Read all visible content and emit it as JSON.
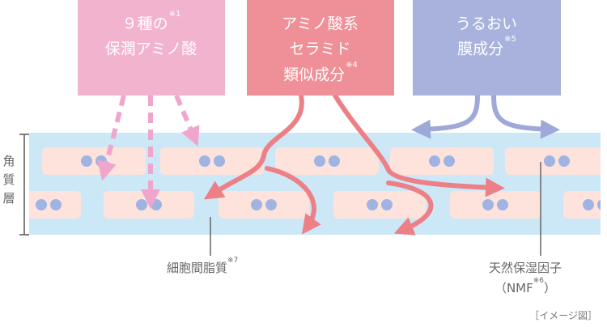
{
  "colors": {
    "box_pink": "#f2b3cf",
    "box_red": "#ef8f97",
    "box_blue": "#a8b2dc",
    "layer": "#cce8f7",
    "cell": "#fde3dc",
    "dot": "#9fb4e2",
    "arrow_pink": "#f0a6cc",
    "arrow_red": "#ec8086",
    "arrow_blue": "#9ea8d9"
  },
  "boxes": [
    {
      "line1": "９種の",
      "line1_sup": "※1",
      "line2": "保潤アミノ酸",
      "line2_sup": "",
      "line3": "",
      "line3_sup": ""
    },
    {
      "line1": "アミノ酸系",
      "line1_sup": "",
      "line2": "セラミド",
      "line2_sup": "",
      "line3": "類似成分",
      "line3_sup": "※4"
    },
    {
      "line1": "うるおい",
      "line1_sup": "",
      "line2": "膜成分",
      "line2_sup": "※5",
      "line3": "",
      "line3_sup": ""
    }
  ],
  "layer_label": [
    "角",
    "質",
    "層"
  ],
  "labels": {
    "lipid": "細胞間脂質",
    "lipid_sup": "※7",
    "nmf_line1": "天然保湿因子",
    "nmf_line2_open": "（NMF",
    "nmf_line2_sup": "※6",
    "nmf_line2_close": "）"
  },
  "caption": "［イメージ図］"
}
